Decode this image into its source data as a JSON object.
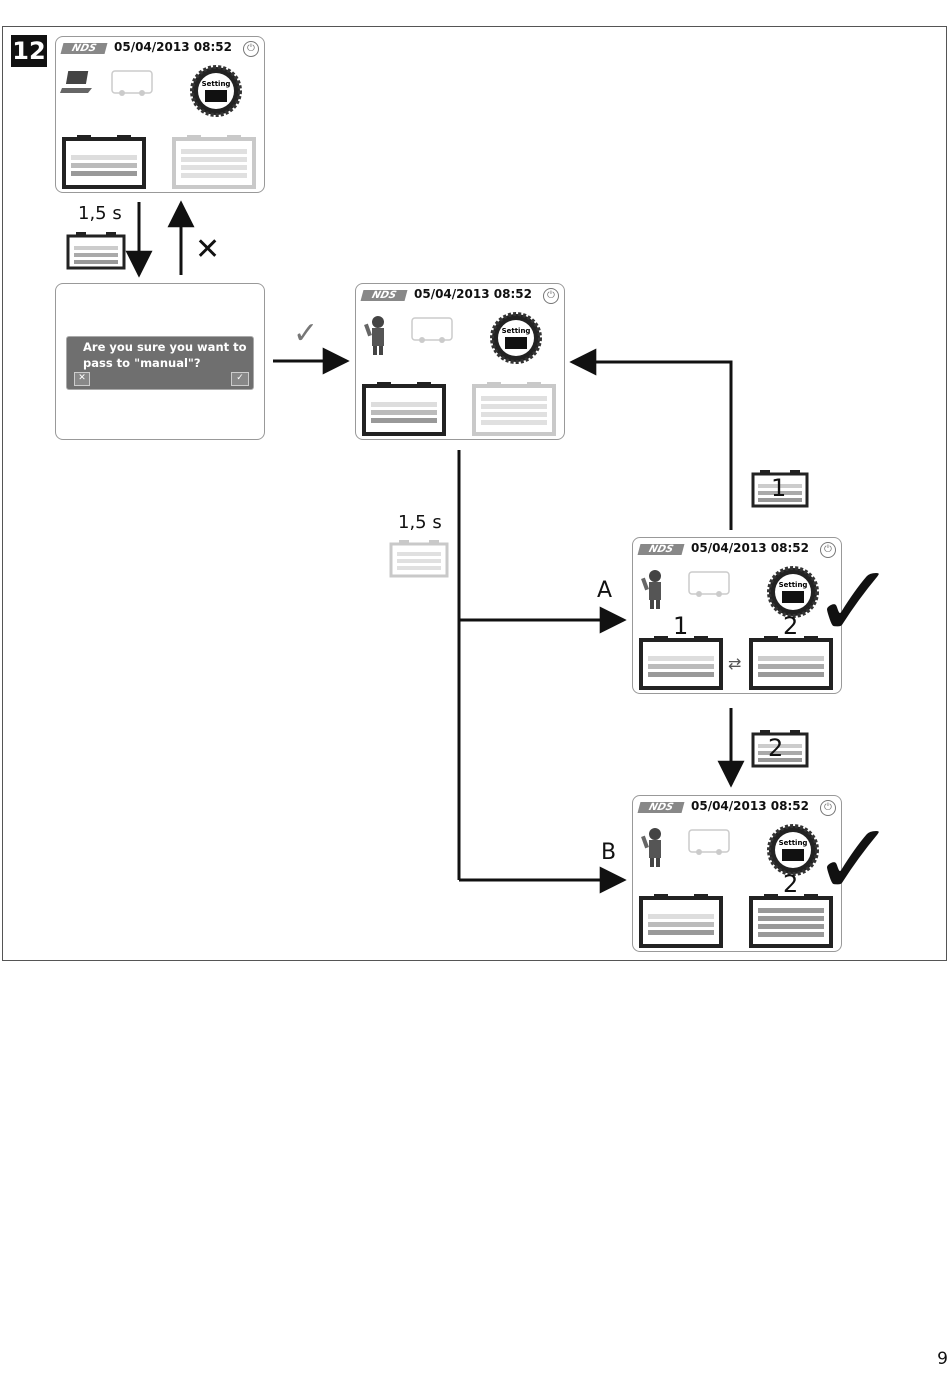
{
  "step_number": "12",
  "screen": {
    "logo": "NDS",
    "datetime": "05/04/2013 08:52",
    "setting_label": "Setting"
  },
  "dialog": {
    "line1": "Are you sure you want to",
    "line2": "pass to \"manual\"?",
    "cancel_glyph": "✕",
    "ok_glyph": "✓"
  },
  "labels": {
    "hold_time_1": "1,5 s",
    "hold_time_2": "1,5 s",
    "cancel_mark": "✕",
    "confirm_mark": "✓",
    "branch_a": "A",
    "branch_b": "B",
    "battery_1": "1",
    "battery_2": "2",
    "screen_batt_1": "1",
    "screen_batt_2": "2",
    "screen_batt_2b": "2",
    "check_big": "✓",
    "check_big_2": "✓"
  },
  "page_number": "9"
}
